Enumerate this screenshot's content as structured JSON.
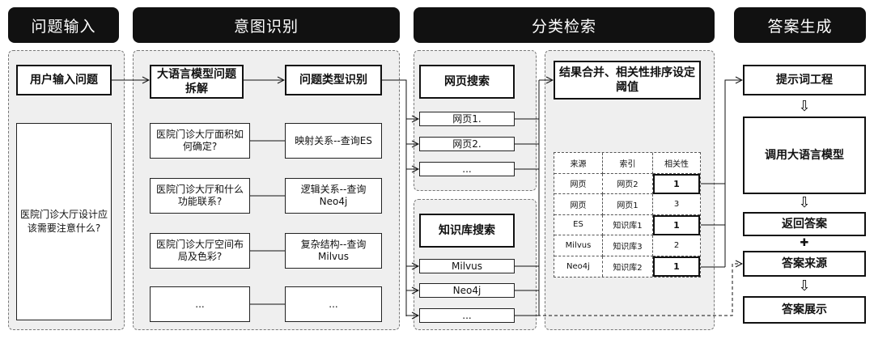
{
  "headers": {
    "input": "问题输入",
    "intent": "意图识别",
    "search": "分类检索",
    "answer": "答案生成"
  },
  "input": {
    "user_question": "用户输入问题",
    "example": "医院门诊大厅设计应该需要注意什么?"
  },
  "intent": {
    "llm_decompose": "大语言模型问题拆解",
    "type_recognize": "问题类型识别",
    "sub_questions": [
      "医院门诊大厅面积如何确定?",
      "医院门诊大厅和什么功能联系?",
      "医院门诊大厅空间布局及色彩?",
      "..."
    ],
    "query_types": [
      "映射关系--查询ES",
      "逻辑关系--查询Neo4j",
      "复杂结构--查询Milvus",
      "..."
    ]
  },
  "search": {
    "web_search": "网页搜索",
    "web_results": [
      "网页1.",
      "网页2.",
      "..."
    ],
    "kb_search": "知识库搜索",
    "kb_results": [
      "Milvus",
      "Neo4j",
      "..."
    ],
    "merge_title": "结果合并、相关性排序设定阈值",
    "table": {
      "headers": [
        "来源",
        "索引",
        "相关性"
      ],
      "rows": [
        [
          "网页",
          "网页2",
          "1"
        ],
        [
          "网页",
          "网页1",
          "3"
        ],
        [
          "ES",
          "知识库1",
          "1"
        ],
        [
          "Milvus",
          "知识库3",
          "2"
        ],
        [
          "Neo4j",
          "知识库2",
          "1"
        ]
      ]
    }
  },
  "answer": {
    "prompt_eng": "提示词工程",
    "call_llm": "调用大语言模型",
    "return_answer": "返回答案",
    "answer_source": "答案来源",
    "answer_display": "答案展示",
    "arrow_down": "⇩",
    "plus": "✚"
  }
}
